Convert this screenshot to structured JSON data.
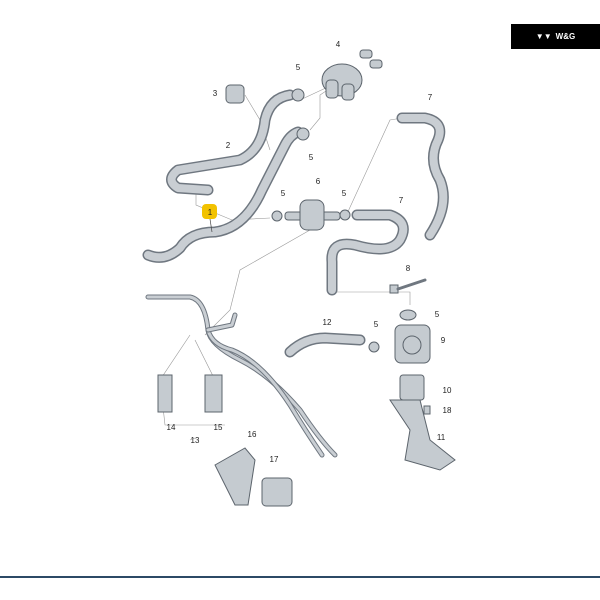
{
  "brand": {
    "logo_text": "W&G",
    "logo_icon": "wg-emblem-icon"
  },
  "highlight_color": "#f2c200",
  "callouts": [
    {
      "id": "1",
      "highlighted": true
    },
    {
      "id": "2"
    },
    {
      "id": "3"
    },
    {
      "id": "4"
    },
    {
      "id": "5"
    },
    {
      "id": "6"
    },
    {
      "id": "7"
    },
    {
      "id": "8"
    },
    {
      "id": "9"
    },
    {
      "id": "10"
    },
    {
      "id": "11"
    },
    {
      "id": "12"
    },
    {
      "id": "13"
    },
    {
      "id": "14"
    },
    {
      "id": "15"
    },
    {
      "id": "16"
    },
    {
      "id": "17"
    },
    {
      "id": "18"
    }
  ],
  "labels": {
    "c1": "1",
    "c2": "2",
    "c3": "3",
    "c4": "4",
    "c5": "5",
    "c6": "6",
    "c7": "7",
    "c8": "8",
    "c9": "9",
    "c10": "10",
    "c11": "11",
    "c12": "12",
    "c13": "13",
    "c14": "14",
    "c15": "15",
    "c16": "16",
    "c17": "17",
    "c18": "18"
  }
}
